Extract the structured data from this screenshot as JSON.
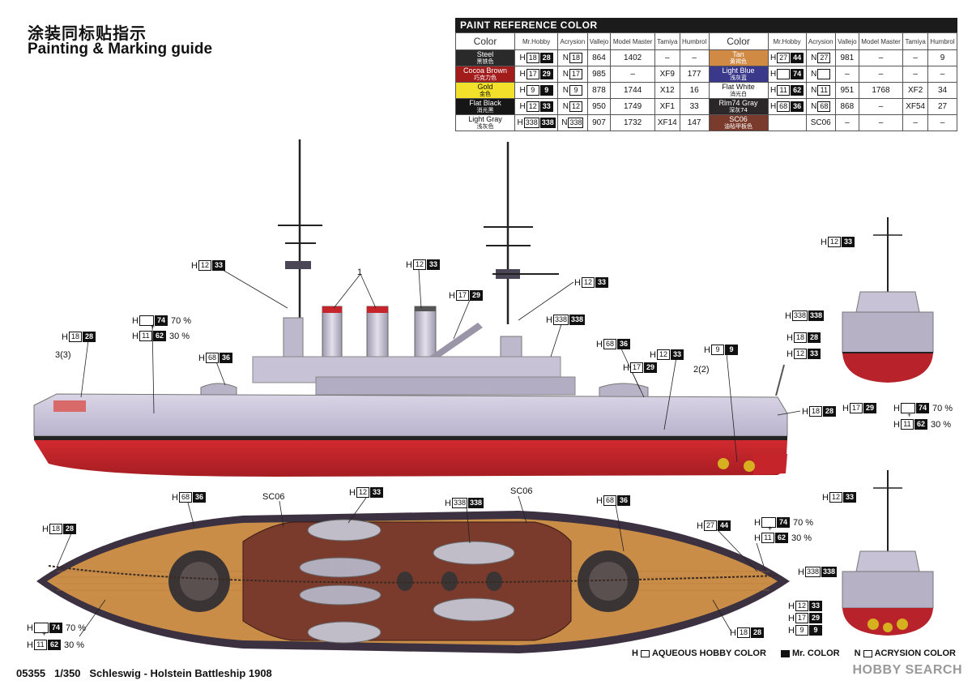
{
  "header": {
    "title_cn": "涂装同标贴指示",
    "title_en": "Painting & Marking guide"
  },
  "paint_table": {
    "caption": "PAINT REFERENCE COLOR",
    "columns": [
      "Color",
      "Mr.Hobby",
      "Acrysion",
      "Vallejo",
      "Model Master",
      "Tamiya",
      "Humbrol"
    ],
    "left_rows": [
      {
        "name": "Steel",
        "cn": "黑铁色",
        "bg": "#2a2a2a",
        "fg": "#ffffff",
        "hobby_num": "18",
        "hobby_code": "28",
        "acry": "18",
        "vallejo": "864",
        "mm": "1402",
        "tamiya": "–",
        "humbrol": "–"
      },
      {
        "name": "Cocoa Brown",
        "cn": "巧克力色",
        "bg": "#a31c1c",
        "fg": "#ffffff",
        "hobby_num": "17",
        "hobby_code": "29",
        "acry": "17",
        "vallejo": "985",
        "mm": "–",
        "tamiya": "XF9",
        "humbrol": "177"
      },
      {
        "name": "Gold",
        "cn": "金色",
        "bg": "#f2e02a",
        "fg": "#111111",
        "hobby_num": "9",
        "hobby_code": "9",
        "acry": "9",
        "vallejo": "878",
        "mm": "1744",
        "tamiya": "X12",
        "humbrol": "16"
      },
      {
        "name": "Flat Black",
        "cn": "消光黑",
        "bg": "#161616",
        "fg": "#ffffff",
        "hobby_num": "12",
        "hobby_code": "33",
        "acry": "12",
        "vallejo": "950",
        "mm": "1749",
        "tamiya": "XF1",
        "humbrol": "33"
      },
      {
        "name": "Light Gray",
        "cn": "浅灰色",
        "bg": "#ffffff",
        "fg": "#111111",
        "hobby_num": "338",
        "hobby_code": "338",
        "acry": "338",
        "vallejo": "907",
        "mm": "1732",
        "tamiya": "XF14",
        "humbrol": "147"
      }
    ],
    "right_rows": [
      {
        "name": "Tan",
        "cn": "黄褐色",
        "bg": "#d08a44",
        "fg": "#ffffff",
        "hobby_num": "27",
        "hobby_code": "44",
        "acry": "27",
        "vallejo": "981",
        "mm": "–",
        "tamiya": "–",
        "humbrol": "9"
      },
      {
        "name": "Light Blue",
        "cn": "浅灰蓝",
        "bg": "#39388a",
        "fg": "#ffffff",
        "hobby_num": "",
        "hobby_code": "74",
        "acry": "",
        "vallejo": "–",
        "mm": "–",
        "tamiya": "–",
        "humbrol": "–"
      },
      {
        "name": "Flat White",
        "cn": "消光白",
        "bg": "#ffffff",
        "fg": "#111111",
        "hobby_num": "11",
        "hobby_code": "62",
        "acry": "11",
        "vallejo": "951",
        "mm": "1768",
        "tamiya": "XF2",
        "humbrol": "34"
      },
      {
        "name": "Rlm74 Gray",
        "cn": "深灰74",
        "bg": "#2b2628",
        "fg": "#ffffff",
        "hobby_num": "68",
        "hobby_code": "36",
        "acry": "68",
        "vallejo": "868",
        "mm": "–",
        "tamiya": "XF54",
        "humbrol": "27"
      },
      {
        "name": "SC06",
        "cn": "油毡甲板色",
        "bg": "#7b3b2c",
        "fg": "#ffffff",
        "hobby_num": "",
        "hobby_code": "",
        "acry": "SC06",
        "vallejo": "–",
        "mm": "–",
        "tamiya": "–",
        "humbrol": "–"
      }
    ]
  },
  "side_callouts": {
    "c_mast_left": {
      "n": "12",
      "c": "33"
    },
    "c_funnel_top": {
      "n": "12",
      "c": "33"
    },
    "c_mast_right": {
      "n": "12",
      "c": "33"
    },
    "c_crane": {
      "n": "17",
      "c": "29"
    },
    "c_338": {
      "n": "338",
      "c": "338"
    },
    "c_74": {
      "n": "",
      "c": "74",
      "pct": "70 %"
    },
    "c_62": {
      "n": "11",
      "c": "62",
      "pct": "30 %"
    },
    "c_stern_18": {
      "n": "18",
      "c": "28"
    },
    "c_turret_68": {
      "n": "68",
      "c": "36"
    },
    "c_deck_68": {
      "n": "68",
      "c": "36"
    },
    "c_deck_33": {
      "n": "12",
      "c": "33"
    },
    "c_deck_29": {
      "n": "17",
      "c": "29"
    },
    "c_bow_9": {
      "n": "9",
      "c": "9"
    },
    "c_bow_18": {
      "n": "18",
      "c": "28"
    },
    "label_1": "1",
    "label_33": "3(3)",
    "label_22": "2(2)"
  },
  "top_callouts": {
    "t_68": {
      "n": "68",
      "c": "36"
    },
    "t_sc06_l": "SC06",
    "t_33": {
      "n": "12",
      "c": "33"
    },
    "t_338": {
      "n": "338",
      "c": "338"
    },
    "t_sc06_r": "SC06",
    "t_68b": {
      "n": "68",
      "c": "36"
    },
    "t_44": {
      "n": "27",
      "c": "44"
    },
    "t_74": {
      "n": "",
      "c": "74",
      "pct": "70 %"
    },
    "t_62": {
      "n": "11",
      "c": "62",
      "pct": "30 %"
    },
    "t_stern_18": {
      "n": "18",
      "c": "28"
    },
    "t_bl_74": {
      "n": "",
      "c": "74",
      "pct": "70 %"
    },
    "t_bl_62": {
      "n": "11",
      "c": "62",
      "pct": "30 %"
    },
    "t_bow_18": {
      "n": "18",
      "c": "28"
    }
  },
  "front_callouts": {
    "f_33": {
      "n": "12",
      "c": "33"
    },
    "f_338": {
      "n": "338",
      "c": "338"
    },
    "f_18": {
      "n": "18",
      "c": "28"
    },
    "f_12": {
      "n": "12",
      "c": "33"
    },
    "f_29": {
      "n": "17",
      "c": "29"
    },
    "f_74": {
      "n": "",
      "c": "74",
      "pct": "70 %"
    },
    "f_62": {
      "n": "11",
      "c": "62",
      "pct": "30 %"
    }
  },
  "rear_callouts": {
    "r_33": {
      "n": "12",
      "c": "33"
    },
    "r_338": {
      "n": "338",
      "c": "338"
    },
    "r_12": {
      "n": "12",
      "c": "33"
    },
    "r_29": {
      "n": "17",
      "c": "29"
    },
    "r_9": {
      "n": "9",
      "c": "9"
    }
  },
  "plus_sign": "+",
  "legend": {
    "hobby": "AQUEOUS HOBBY COLOR",
    "mr": "Mr. COLOR",
    "acry": "ACRYSION COLOR",
    "h": "H",
    "n": "N"
  },
  "footer": {
    "code": "05355",
    "scale": "1/350",
    "name": "Schleswig - Holstein Battleship 1908"
  },
  "watermark": "HOBBY SEARCH",
  "colors": {
    "hull_red": "#c4242a",
    "upper_hull": "#c9c4d8",
    "deck_wood": "#c98d48",
    "deck_brown": "#7b3b2c",
    "turret_dark": "#3a3434"
  }
}
